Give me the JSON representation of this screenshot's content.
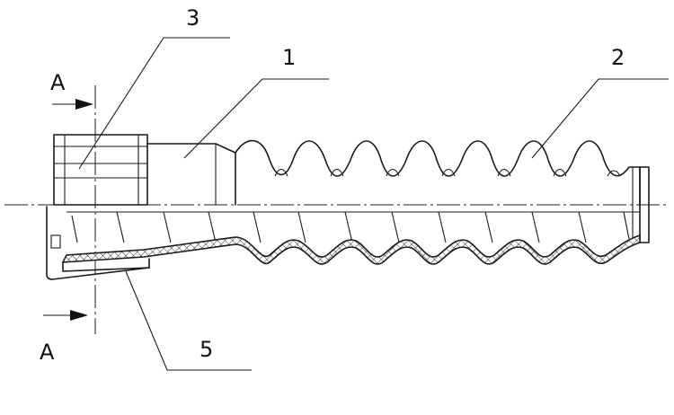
{
  "labels": {
    "part_1": "1",
    "part_2": "2",
    "part_3": "3",
    "part_5": "5",
    "section_top": "A",
    "section_bottom": "A"
  }
}
